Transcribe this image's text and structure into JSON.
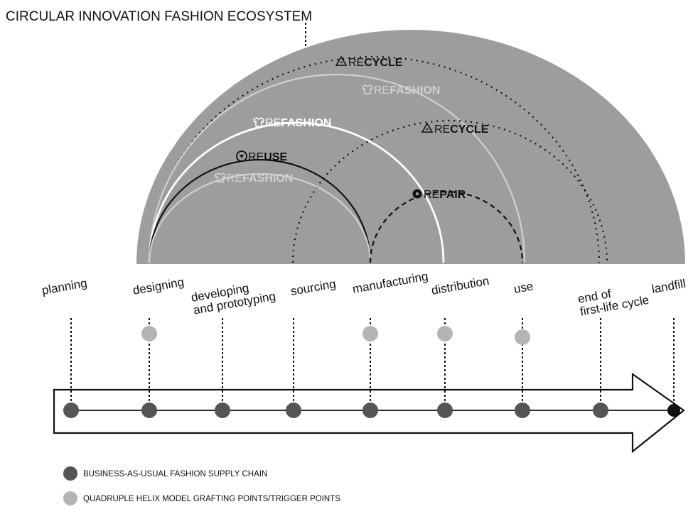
{
  "title": "CIRCULAR INNOVATION FASHION ECOSYSTEM",
  "colors": {
    "dome": "#9d9d9d",
    "supply_chain_node": "#555555",
    "grafting_point": "#b4b4b4",
    "endpoint": "#111111"
  },
  "stages": [
    {
      "label_lines": [
        "planning"
      ],
      "trigger": false
    },
    {
      "label_lines": [
        "designing"
      ],
      "trigger": true
    },
    {
      "label_lines": [
        "developing",
        "and prototyping"
      ],
      "trigger": false
    },
    {
      "label_lines": [
        "sourcing"
      ],
      "trigger": false
    },
    {
      "label_lines": [
        "manufacturing"
      ],
      "trigger": true
    },
    {
      "label_lines": [
        "distribution"
      ],
      "trigger": true
    },
    {
      "label_lines": [
        "use"
      ],
      "trigger": true
    },
    {
      "label_lines": [
        "end of",
        "first-life cycle"
      ],
      "trigger": false
    },
    {
      "label_lines": [
        "landfill"
      ],
      "trigger": false
    }
  ],
  "loops": [
    {
      "prefix": "RE",
      "suffix": "CYCLE",
      "icon": "recycle-icon",
      "tone": "dark"
    },
    {
      "prefix": "RE",
      "suffix": "FASHION",
      "icon": "shirt-icon",
      "tone": "light"
    },
    {
      "prefix": "RE",
      "suffix": "FASHION",
      "icon": "shirt-icon",
      "tone": "white"
    },
    {
      "prefix": "RE",
      "suffix": "CYCLE",
      "icon": "recycle-icon",
      "tone": "dark"
    },
    {
      "prefix": "RE",
      "suffix": "USE",
      "icon": "reuse-icon",
      "tone": "dark"
    },
    {
      "prefix": "RE",
      "suffix": "FASHION",
      "icon": "shirt-icon",
      "tone": "light"
    },
    {
      "prefix": "RE",
      "suffix": "PAIR",
      "icon": "gear-icon",
      "tone": "dark"
    }
  ],
  "legend": [
    {
      "label": "BUSINESS-AS-USUAL FASHION SUPPLY CHAIN",
      "swatch": "#555555"
    },
    {
      "label": "QUADRUPLE HELIX MODEL GRAFTING POINTS/TRIGGER POINTS",
      "swatch": "#b4b4b4"
    }
  ]
}
